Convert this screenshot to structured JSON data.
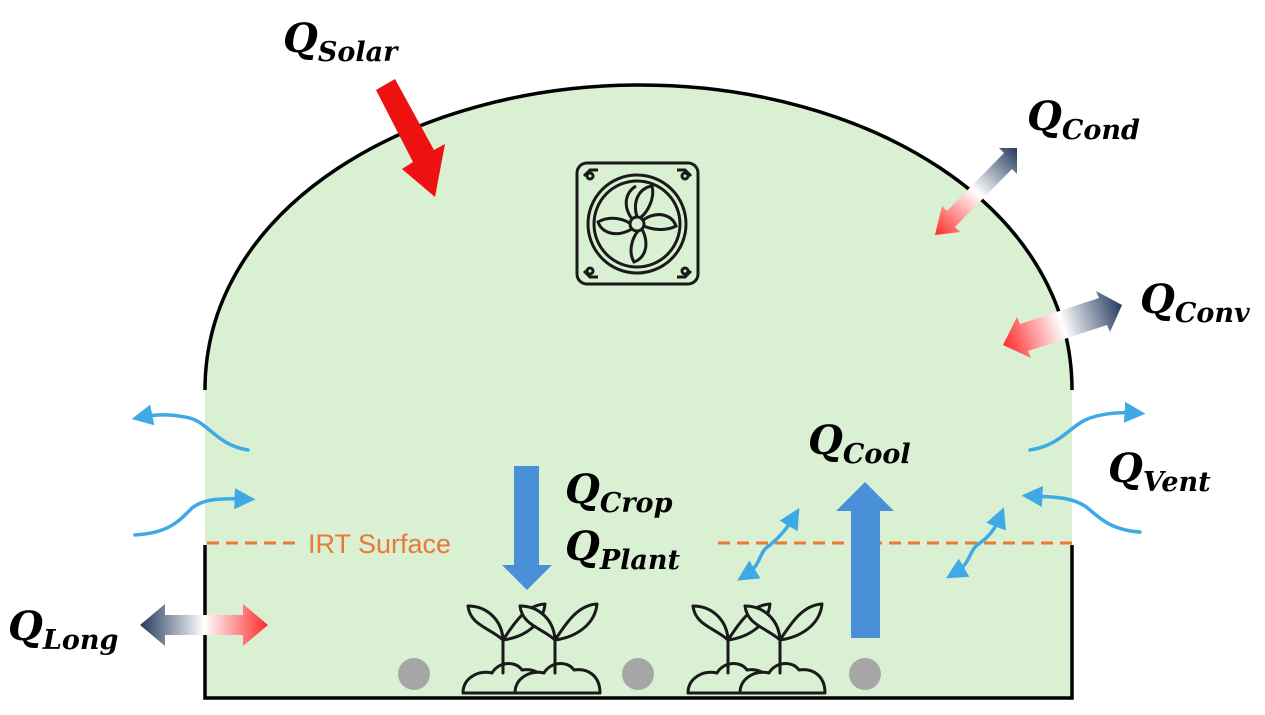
{
  "labels": {
    "solar": {
      "main": "Q",
      "sub": "Solar"
    },
    "cond": {
      "main": "Q",
      "sub": "Cond"
    },
    "conv": {
      "main": "Q",
      "sub": "Conv"
    },
    "cool": {
      "main": "Q",
      "sub": "Cool"
    },
    "vent": {
      "main": "Q",
      "sub": "Vent"
    },
    "crop": {
      "main": "Q",
      "sub": "Crop"
    },
    "plant": {
      "main": "Q",
      "sub": "Plant"
    },
    "long": {
      "main": "Q",
      "sub": "Long"
    }
  },
  "irt_label": "IRT Surface",
  "colors": {
    "fill": "#d9f0d2",
    "outline": "#000000",
    "solar": "#ee1111",
    "heat_hot": "#ff2a2a",
    "heat_cold": "#233a5e",
    "vertical_arrow": "#4a90d9",
    "air_flow": "#3fa9e6",
    "irt_line": "#e87a36",
    "sensor": "#a6a6a6"
  },
  "icons": [
    "fan-icon",
    "plant-icon",
    "sensor-dot"
  ]
}
